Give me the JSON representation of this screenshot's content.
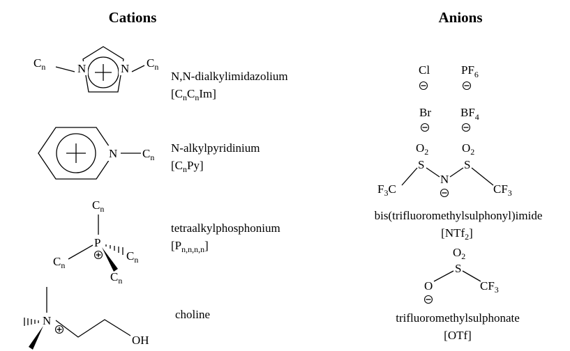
{
  "headers": {
    "cations": "Cations",
    "anions": "Anions"
  },
  "cations": {
    "imidazolium": {
      "name": "N,N-dialkylimidazolium",
      "abbr_open": "[C",
      "abbr_sub1": "n",
      "abbr_mid": "C",
      "abbr_sub2": "n",
      "abbr_close": "Im]"
    },
    "pyridinium": {
      "name": "N-alkylpyridinium",
      "abbr_open": "[C",
      "abbr_sub": "n",
      "abbr_close": "Py]"
    },
    "phosphonium": {
      "name": "tetraalkylphosphonium",
      "abbr_open": "[P",
      "abbr_sub": "n,n,n,n",
      "abbr_close": "]"
    },
    "choline": {
      "name": "choline"
    }
  },
  "anions": {
    "chloride": "Cl",
    "hexafluorophosphate": {
      "base": "PF",
      "sub": "6"
    },
    "bromide": "Br",
    "tetrafluoroborate": {
      "base": "BF",
      "sub": "4"
    },
    "ntf2": {
      "name": "bis(trifluoromethylsulphonyl)imide",
      "abbr_open": "[NTf",
      "abbr_sub": "2",
      "abbr_close": "]"
    },
    "otf": {
      "name": "trifluoromethylsulphonate",
      "abbr": "[OTf]"
    }
  },
  "atoms": {
    "alkyl": "C",
    "alkyl_sub": "n",
    "nitrogen": "N",
    "phosphorus": "P",
    "sulfur": "S",
    "oxygen": "O",
    "oxygen_sub": "2",
    "hydroxyl": "OH",
    "fluoromethyl_left": "F",
    "fluoromethyl_left_sub": "3",
    "fluoromethyl_left_tail": "C",
    "fluoromethyl_right": "CF",
    "fluoromethyl_right_sub": "3"
  }
}
